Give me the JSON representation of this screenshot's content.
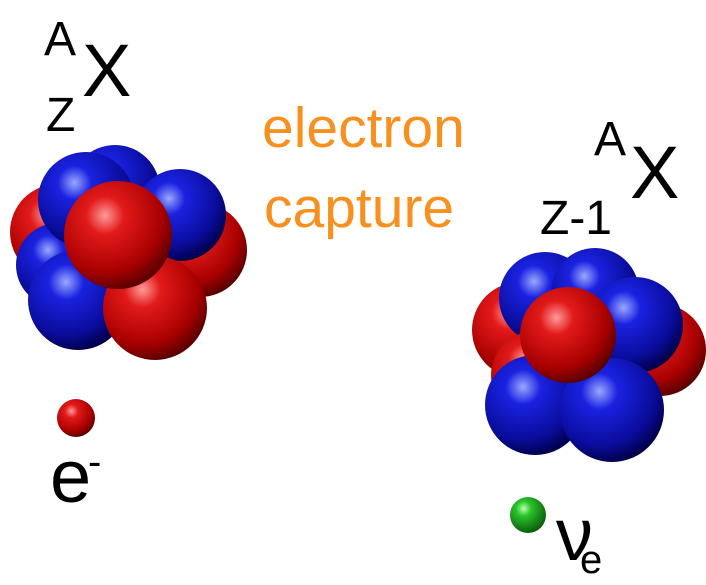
{
  "reaction_label": {
    "line1": "electron",
    "line2": "capture",
    "color": "#f7901e"
  },
  "parent_nucleus": {
    "mass_number": "A",
    "atomic_number": "Z",
    "element": "X"
  },
  "daughter_nucleus": {
    "mass_number": "A",
    "atomic_number": "Z-1",
    "element": "X"
  },
  "electron": {
    "symbol": "e",
    "charge": "-",
    "color": "#cc0000"
  },
  "neutrino": {
    "symbol": "ν",
    "subscript": "e",
    "color": "#22aa22"
  },
  "colors": {
    "proton": "#cc0000",
    "neutron": "#1010c0"
  }
}
